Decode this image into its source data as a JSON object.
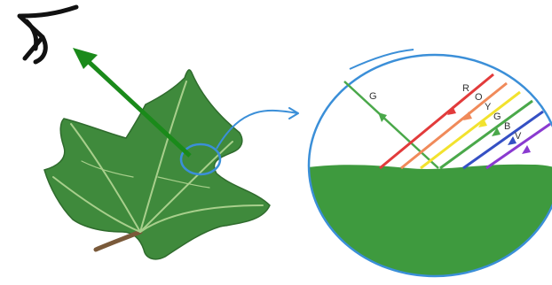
{
  "magnified_view": {
    "reflected_label": "G",
    "incident_labels": [
      "R",
      "O",
      "Y",
      "G",
      "B",
      "V"
    ]
  },
  "colors": {
    "leaf": "#3f8a3c",
    "leaf_dark": "#2f6b2d",
    "vein": "#a8cf8c",
    "callout": "#3b8fd8",
    "arrow": "#1a8a1a",
    "leaf_surface": "#3e9a3e",
    "rays": [
      "#e23b3b",
      "#f08a5a",
      "#f2e22e",
      "#4aa84a",
      "#3550c4",
      "#8a3ad0"
    ]
  },
  "icons": [
    "eye-icon"
  ]
}
